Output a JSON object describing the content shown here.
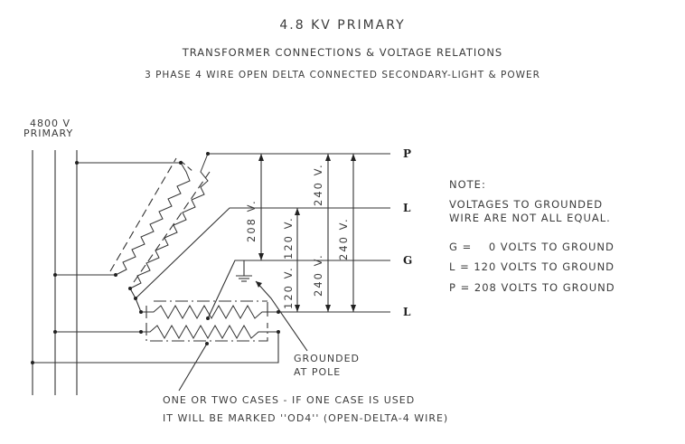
{
  "titles": {
    "main": "4.8 KV PRIMARY",
    "sub": "TRANSFORMER CONNECTIONS & VOLTAGE RELATIONS",
    "desc": "3 PHASE 4 WIRE OPEN DELTA CONNECTED SECONDARY-LIGHT & POWER"
  },
  "primary": {
    "voltage": "4800 V",
    "label": "PRIMARY"
  },
  "buses": [
    {
      "label": "P"
    },
    {
      "label": "L"
    },
    {
      "label": "G"
    },
    {
      "label": "L"
    }
  ],
  "dimensions": {
    "p_to_g": "208 V.",
    "l_to_g": "120 V.",
    "g_to_l": "120 V.",
    "p_to_l": "240 V.",
    "l_to_l": "240 V.",
    "p_to_l_outer": "240 V."
  },
  "note": {
    "heading": "NOTE:",
    "line1": "VOLTAGES TO GROUNDED",
    "line2": "WIRE ARE NOT ALL EQUAL.",
    "values": [
      "G =    0 VOLTS TO GROUND",
      "L = 120 VOLTS TO GROUND",
      "P = 208 VOLTS TO GROUND"
    ]
  },
  "callouts": {
    "grounded_1": "GROUNDED",
    "grounded_2": "AT POLE",
    "cases_1": "ONE OR TWO CASES - IF ONE CASE IS USED",
    "cases_2": "IT WILL BE MARKED ''OD4'' (OPEN-DELTA-4 WIRE)"
  },
  "colors": {
    "line": "#333333",
    "text": "#3c3c3c",
    "background": "#ffffff"
  }
}
